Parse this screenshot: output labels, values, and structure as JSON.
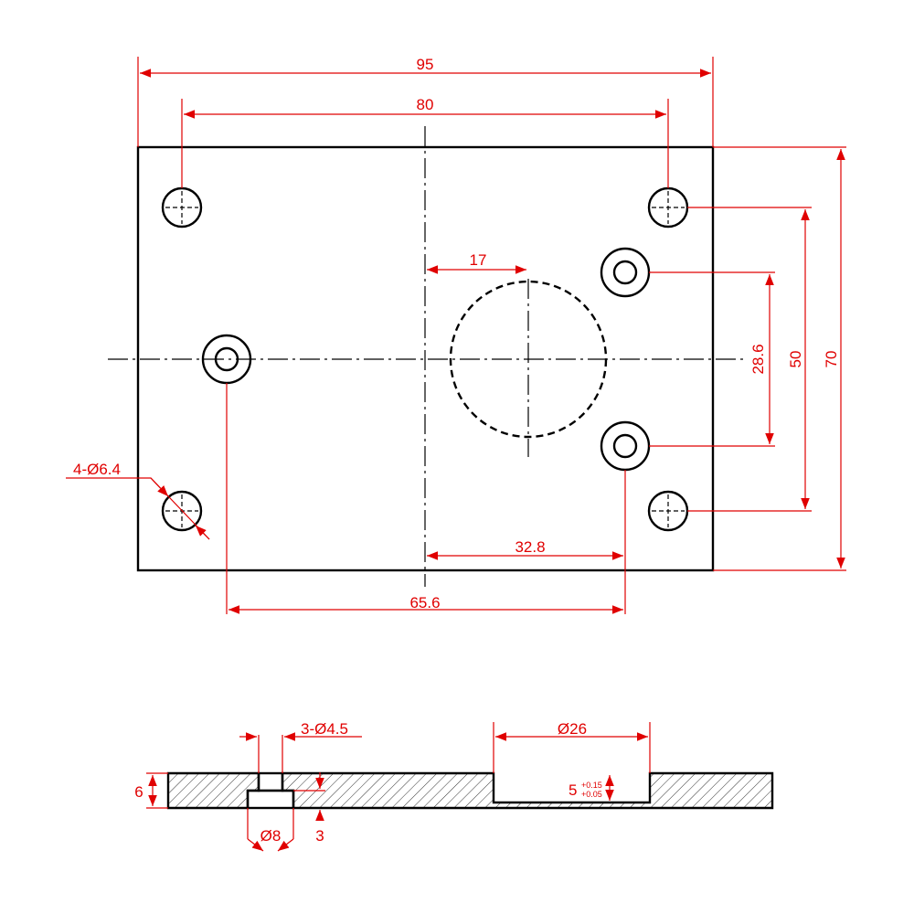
{
  "drawing": {
    "dims": {
      "overall_width": "95",
      "hole_spacing_x": "80",
      "offset_17": "17",
      "height_28_6": "28.6",
      "height_50": "50",
      "height_70": "70",
      "mount_holes": "4-Ø6.4",
      "offset_32_8": "32.8",
      "spacing_65_6": "65.6",
      "counterbore_holes": "3-Ø4.5",
      "pocket_dia": "Ø26",
      "thickness": "6",
      "pocket_depth": "5",
      "tol_upper": "+0.15",
      "tol_lower": "+0.05",
      "counterbore_dia": "Ø8",
      "counterbore_depth": "3"
    }
  },
  "colors": {
    "dimension": "#e00000",
    "outline": "#000000"
  }
}
